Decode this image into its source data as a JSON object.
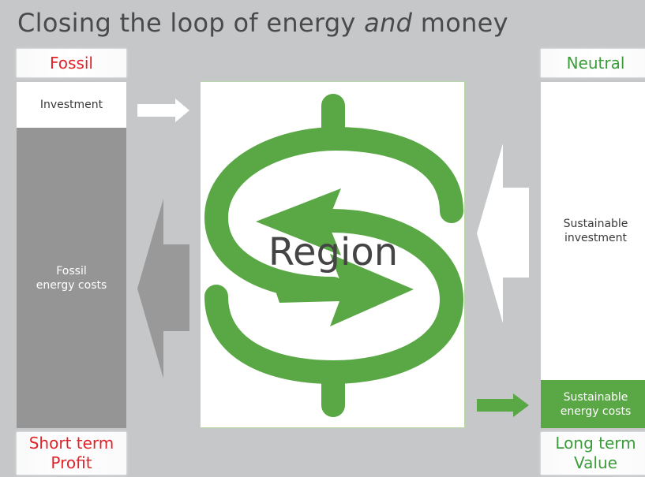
{
  "title": {
    "prefix": "Closing the loop of energy ",
    "emph": "and",
    "suffix": " money"
  },
  "left": {
    "header": "Fossil",
    "investment": "Investment",
    "costs_line1": "Fossil",
    "costs_line2": "energy costs",
    "footer_line1": "Short term",
    "footer_line2": "Profit"
  },
  "right": {
    "header": "Neutral",
    "investment_line1": "Sustainable",
    "investment_line2": "investment",
    "costs_line1": "Sustainable",
    "costs_line2": "energy costs",
    "footer_line1": "Long term",
    "footer_line2": "Value"
  },
  "center": {
    "label": "Region"
  },
  "colors": {
    "green": "#5aa845",
    "dark_gray": "#959595",
    "red_text": "#e0232a",
    "green_text": "#3b9c3a",
    "background": "#c5c7c9"
  },
  "icons": [
    "dollar-sign-loop-icon",
    "circular-arrows-icon",
    "right-arrow-icon",
    "left-arrow-icon"
  ]
}
